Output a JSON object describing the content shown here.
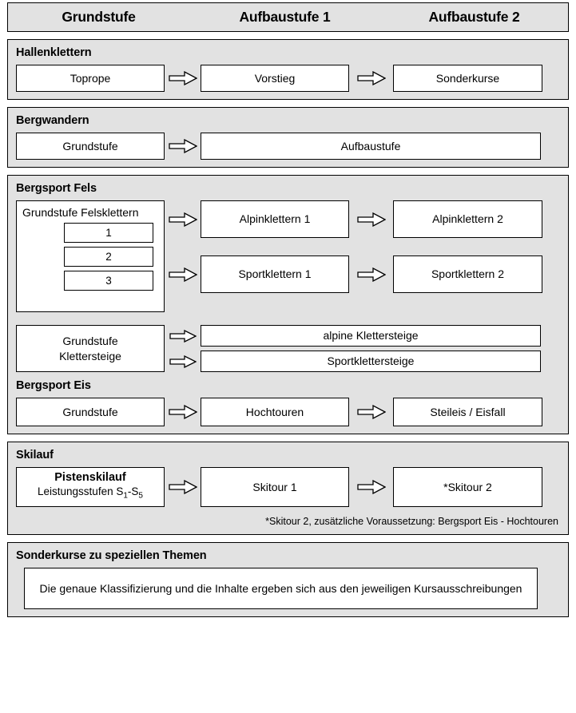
{
  "header": {
    "columns": [
      {
        "label": "Grundstufe"
      },
      {
        "label": "Aufbaustufe 1"
      },
      {
        "label": "Aufbaustufe 2"
      }
    ]
  },
  "sections": {
    "hallenklettern": {
      "title": "Hallenklettern",
      "boxes": [
        "Toprope",
        "Vorstieg",
        "Sonderkurse"
      ]
    },
    "bergwandern": {
      "title": "Bergwandern",
      "boxes": [
        "Grundstufe",
        "Aufbaustufe"
      ]
    },
    "bergsport_fels": {
      "title": "Bergsport Fels",
      "grundstufe": {
        "label": "Grundstufe Felsklettern",
        "levels": [
          "1",
          "2",
          "3"
        ]
      },
      "alpin": [
        "Alpinklettern 1",
        "Alpinklettern 2"
      ],
      "sport": [
        "Sportklettern 1",
        "Sportklettern 2"
      ],
      "klettersteige": {
        "label_line1": "Grundstufe",
        "label_line2": "Klettersteige",
        "targets": [
          "alpine Klettersteige",
          "Sportklettersteige"
        ]
      }
    },
    "bergsport_eis": {
      "title": "Bergsport Eis",
      "boxes": [
        "Grundstufe",
        "Hochtouren",
        "Steileis / Eisfall"
      ]
    },
    "skilauf": {
      "title": "Skilauf",
      "pistenskilauf": {
        "line1": "Pistenskilauf",
        "line2_prefix": "Leistungsstufen S",
        "line2_sub1": "1",
        "line2_mid": "-S",
        "line2_sub2": "5"
      },
      "boxes": [
        "Skitour 1",
        "*Skitour 2"
      ],
      "footnote": "*Skitour 2, zusätzliche Voraussetzung: Bergsport Eis - Hochtouren"
    },
    "sonderkurse": {
      "title": "Sonderkurse zu speziellen Themen",
      "text": "Die genaue Klassifizierung und die Inhalte ergeben sich aus den jeweiligen Kursausschreibungen"
    }
  },
  "icons": {
    "arrow": "right-block-arrow"
  },
  "colors": {
    "panel_background": "#e2e2e2",
    "box_background": "#ffffff",
    "border": "#000000",
    "page_background": "#ffffff"
  }
}
